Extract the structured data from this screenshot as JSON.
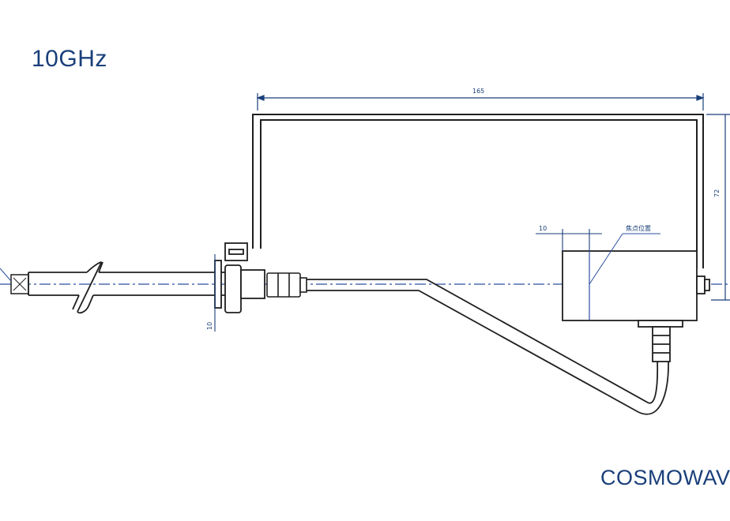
{
  "title": "10GHz",
  "brand": "COSMOWAVE",
  "dimensions": {
    "overall_width": "165",
    "height": "72",
    "offset_top": "10",
    "offset_side": "10",
    "focal_label": "焦点位置"
  },
  "colors": {
    "outline": "#1f1f1f",
    "dimension": "#1a3f7a",
    "centerline": "#2a4fa0"
  }
}
